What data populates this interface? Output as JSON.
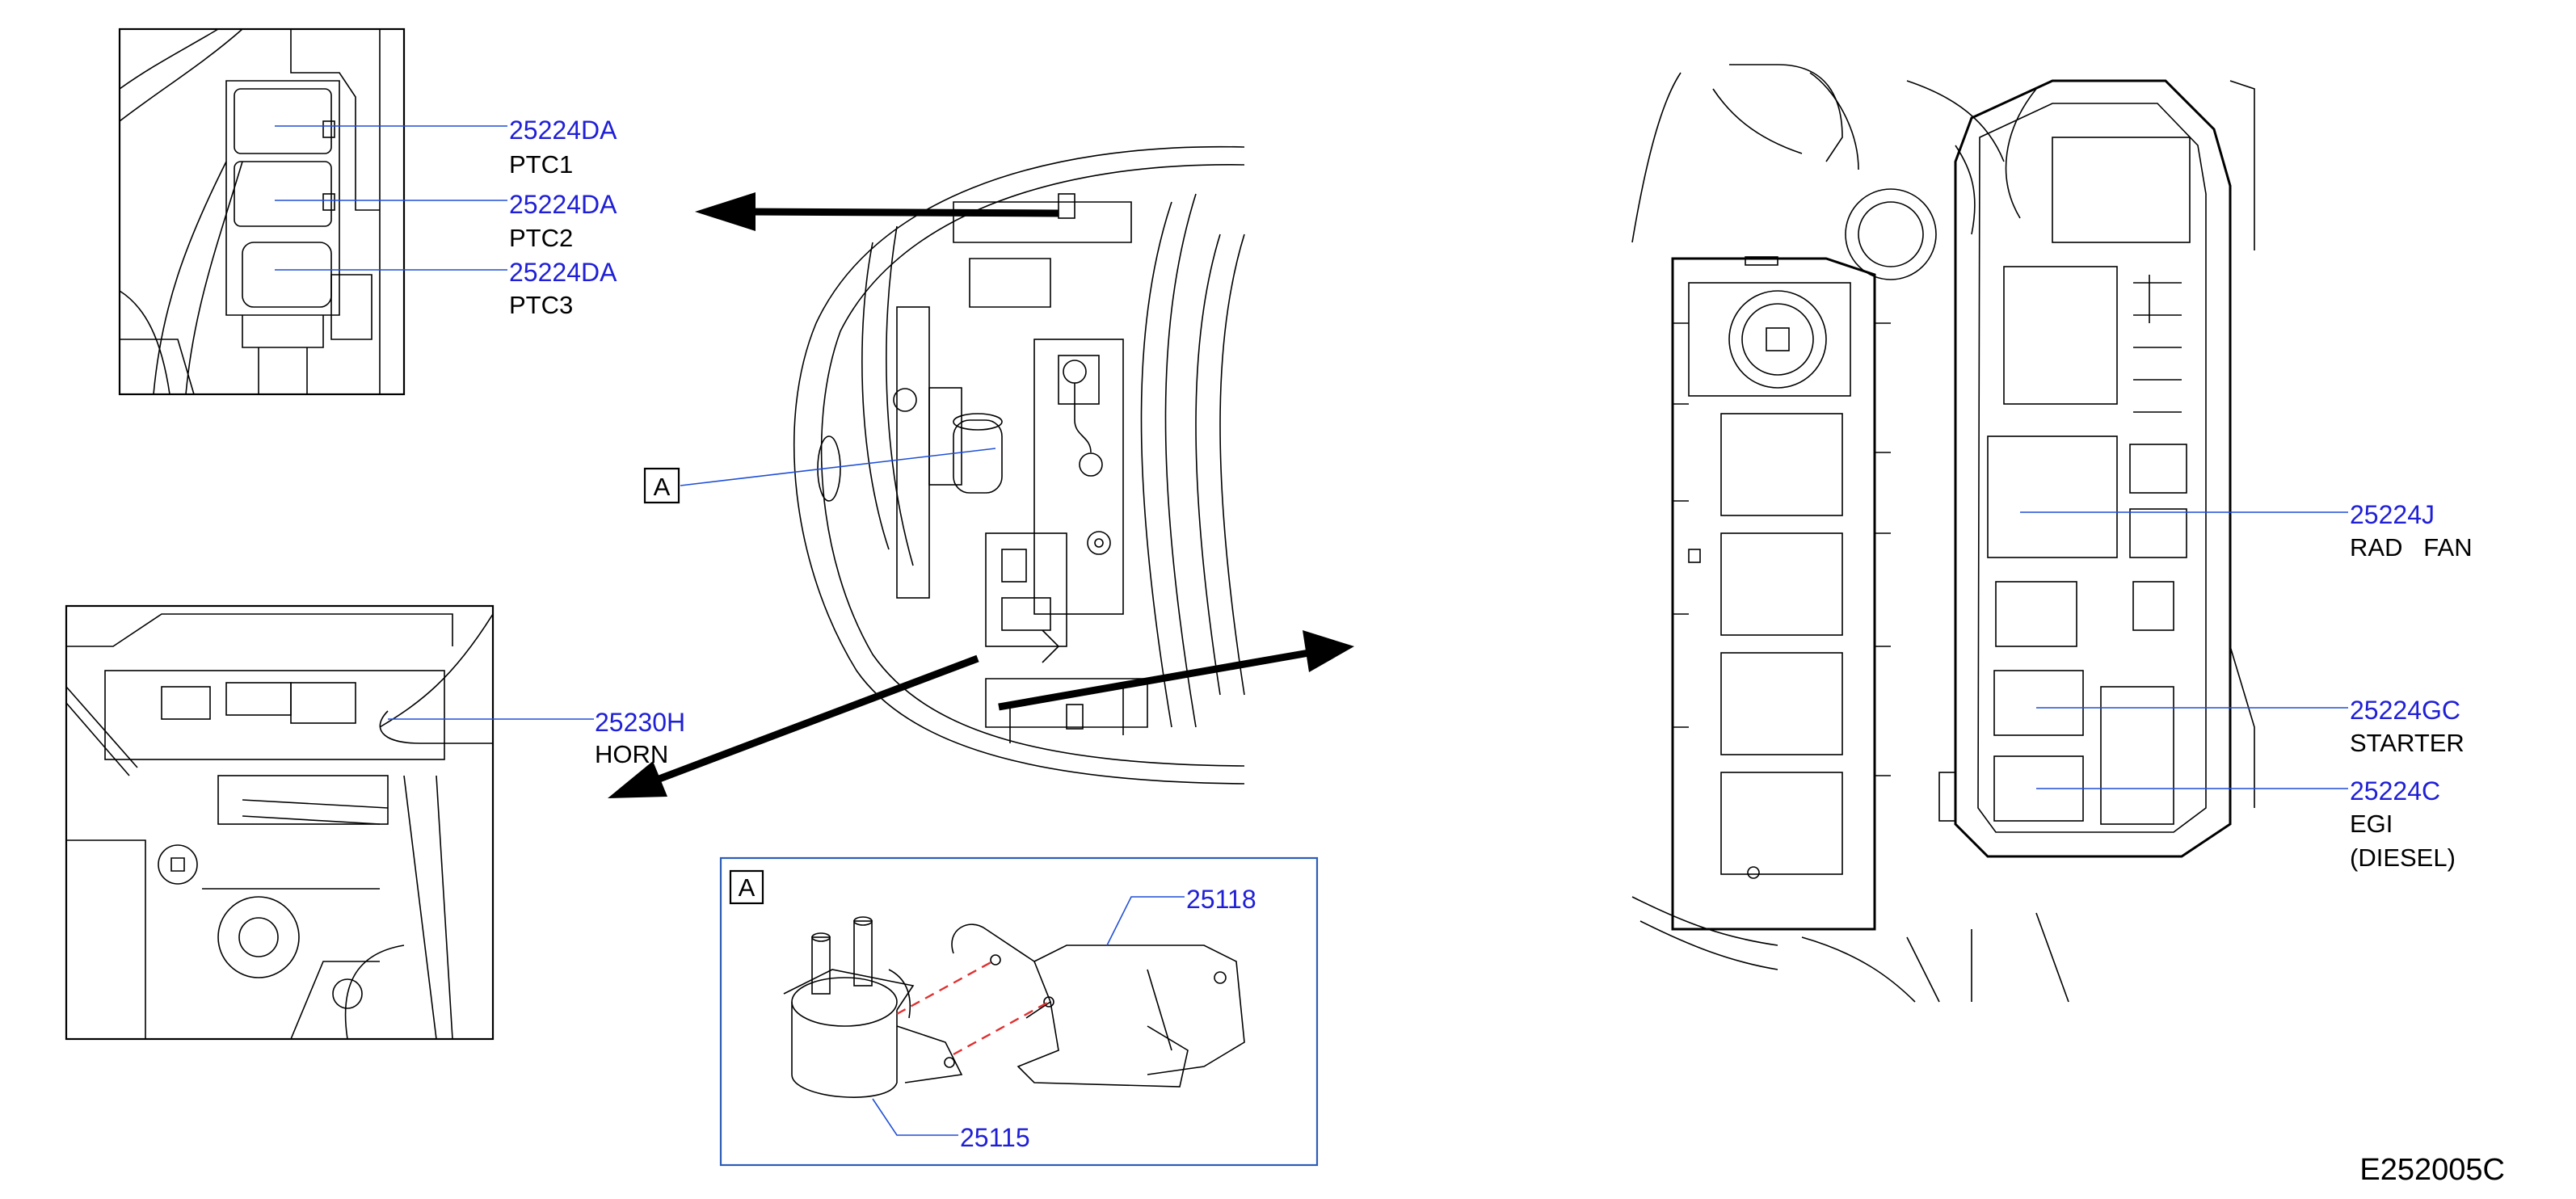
{
  "diagram": {
    "figure_code": "E252005C",
    "ref_marker": "A",
    "callouts": {
      "ptc1": {
        "part_no": "25224DA",
        "name": "PTC1"
      },
      "ptc2": {
        "part_no": "25224DA",
        "name": "PTC2"
      },
      "ptc3": {
        "part_no": "25224DA",
        "name": "PTC3"
      },
      "horn": {
        "part_no": "25230H",
        "name": "HORN"
      },
      "rad_fan": {
        "part_no": "25224J",
        "name": "RAD   FAN"
      },
      "starter": {
        "part_no": "25224GC",
        "name": "STARTER"
      },
      "egi": {
        "part_no": "25224C",
        "name": "EGI",
        "note": "(DIESEL)"
      },
      "bracket": {
        "part_no": "25118"
      },
      "relay": {
        "part_no": "25115"
      }
    },
    "colors": {
      "part_number": "#1f1fd6",
      "leader": "#1f4fd6",
      "detail_frame": "#2b5cb8",
      "dash": "#e03030"
    }
  }
}
